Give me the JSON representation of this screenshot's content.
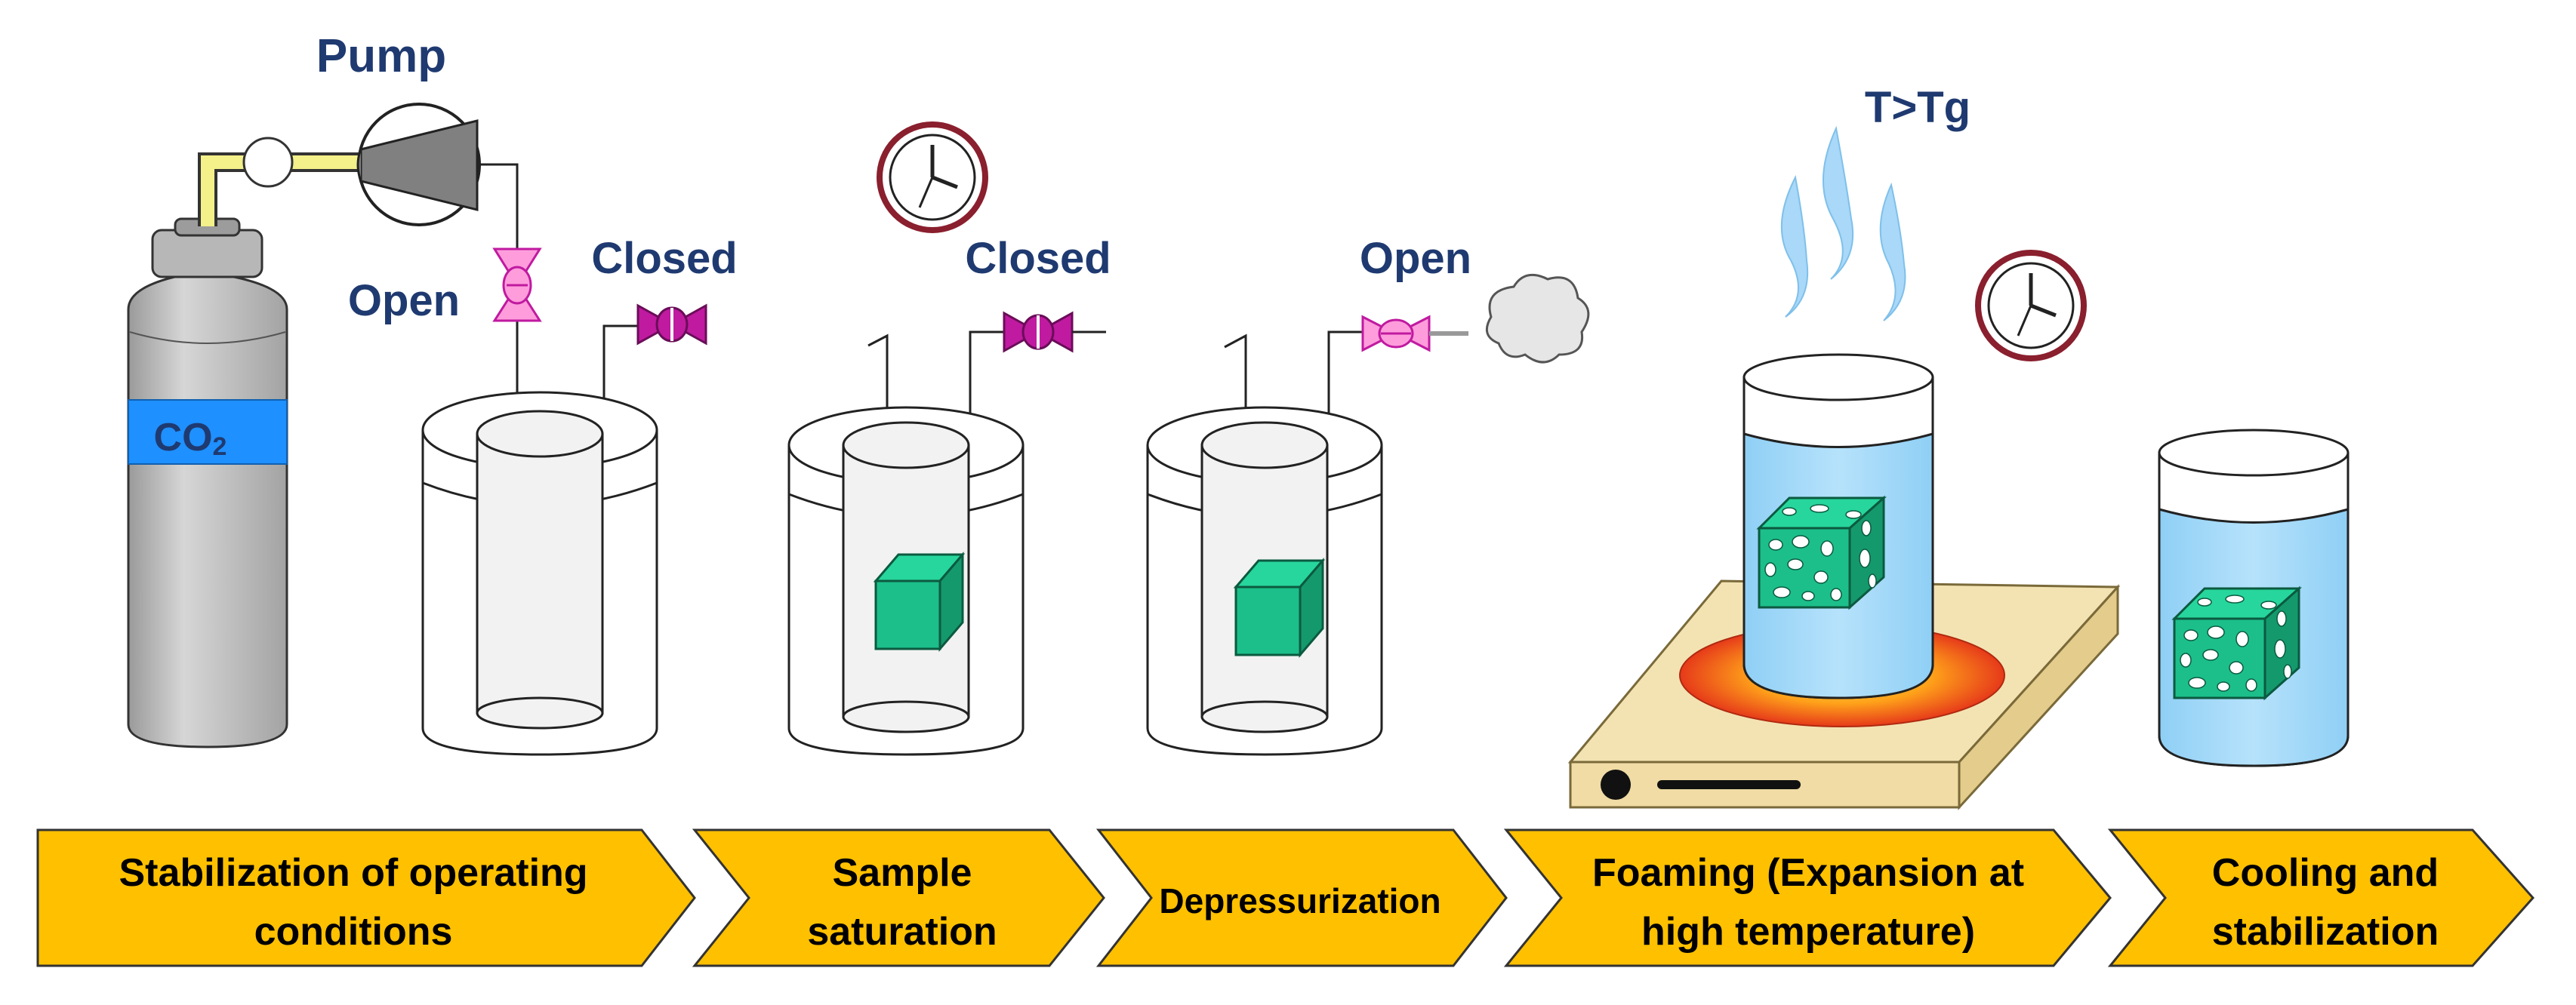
{
  "labels": {
    "pump": "Pump",
    "co2": "CO",
    "co2_sub": "2",
    "valve1_open": "Open",
    "valve1_closed": "Closed",
    "valve2_closed": "Closed",
    "valve3_open": "Open",
    "temperature": "T>Tg"
  },
  "steps": [
    {
      "line1": "Stabilization of operating",
      "line2": "conditions"
    },
    {
      "line1": "Sample",
      "line2": "saturation"
    },
    {
      "line1": "Depressurization",
      "line2": ""
    },
    {
      "line1": "Foaming (Expansion at",
      "line2": "high temperature)"
    },
    {
      "line1": "Cooling and",
      "line2": "stabilization"
    }
  ],
  "colors": {
    "label_blue": "#1f3a70",
    "arrow_fill": "#ffc000",
    "sample_green": "#1cbf8a",
    "valve_pink": "#ff8fd8",
    "valve_magenta": "#c01aa0",
    "cylinder_gray": "#c8c8c8",
    "co2_band": "#1e90ff",
    "liquid_blue": "#9cd6f7",
    "hotplate": "#f3e3b2",
    "heat_red": "#e63a1a",
    "heat_orange": "#ffa21a"
  }
}
